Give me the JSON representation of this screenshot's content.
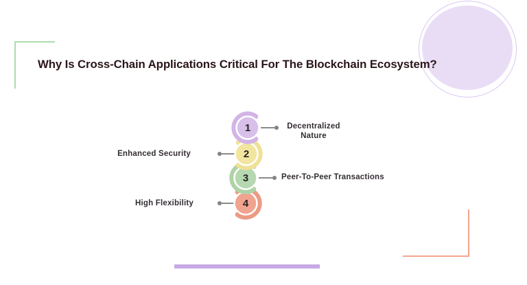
{
  "header": {
    "title": "Why Is Cross-Chain Applications Critical For The Blockchain Ecosystem?",
    "title_color": "#2a1518"
  },
  "steps": [
    {
      "number": "1",
      "label": "Decentralized Nature",
      "side": "right",
      "circle_color": "#d8c0ea",
      "arc_color": "#d2b4e6"
    },
    {
      "number": "2",
      "label": "Enhanced Security",
      "side": "left",
      "circle_color": "#f2e5a0",
      "arc_color": "#efe198"
    },
    {
      "number": "3",
      "label": "Peer-To-Peer Transactions",
      "side": "right",
      "circle_color": "#b6d8b0",
      "arc_color": "#aed3a7"
    },
    {
      "number": "4",
      "label": "High Flexibility",
      "side": "left",
      "circle_color": "#f0a38e",
      "arc_color": "#ec9a83"
    }
  ],
  "decorations": {
    "corner_bracket_top_left_color": "#abdcab",
    "corner_bracket_bottom_right_color": "#f6a48e",
    "blob_fill_color": "#e9ddf6",
    "blob_outline_color": "#d9c6f0",
    "underline_bar_color": "#c9a9e6",
    "connector_color": "#8a8a8a"
  }
}
